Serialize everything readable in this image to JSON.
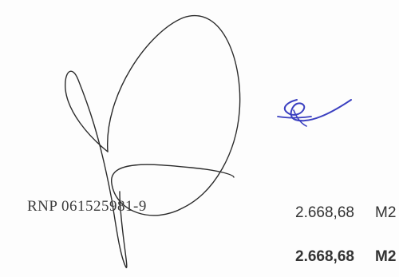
{
  "stamp": {
    "line1": "",
    "line2": "",
    "registry": "RNP 061525981-9"
  },
  "areas": [
    {
      "value": "2.668,68",
      "unit": "M2"
    },
    {
      "value": "2.668,68",
      "unit": "M2"
    }
  ],
  "colors": {
    "ink_black": "#2b2b2b",
    "ink_blue": "#3a3fc0",
    "stamp_gray": "#4a4a4a"
  }
}
